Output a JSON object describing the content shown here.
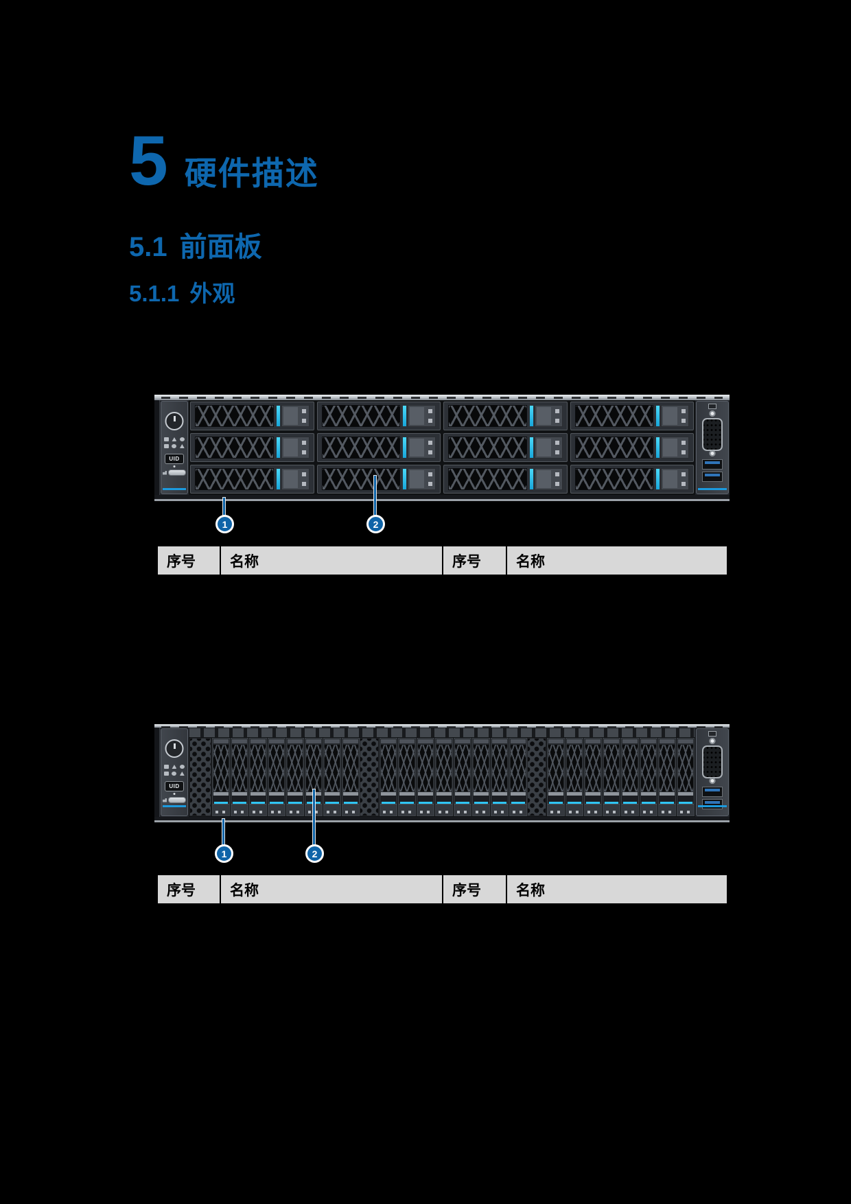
{
  "headings": {
    "chapter": {
      "number": "5",
      "title": "硬件描述"
    },
    "section": {
      "number": "5.1",
      "title": "前面板"
    },
    "subsection": {
      "number": "5.1.1",
      "title": "外观"
    }
  },
  "colors": {
    "heading_blue": "#0e67ae",
    "callout_blue": "#0f64a8",
    "drive_led_cyan": "#2fc4f3",
    "table_header_bg": "#d8d8d8",
    "page_background": "#000000"
  },
  "icons": {
    "power": "power-circle-glyph",
    "uid": "UID",
    "status_leds": [
      "hdd-status",
      "fan-status",
      "power-status",
      "system-status",
      "network-status",
      "temperature-alarm"
    ],
    "vga": "db15-connector",
    "usb": "usb3-port",
    "pull_tag": "asset-pull-tag",
    "wrench": "service-wrench"
  },
  "figures": [
    {
      "id": "front-panel-12x3_5",
      "uid_label": "UID",
      "drive_count": 12,
      "callouts": [
        {
          "label": "1"
        },
        {
          "label": "2"
        }
      ]
    },
    {
      "id": "front-panel-25x2_5",
      "uid_label": "UID",
      "drive_groups": [
        8,
        8,
        8
      ],
      "callouts": [
        {
          "label": "1"
        },
        {
          "label": "2"
        }
      ]
    }
  ],
  "tables": [
    {
      "columns": [
        "序号",
        "名称",
        "序号",
        "名称"
      ]
    },
    {
      "columns": [
        "序号",
        "名称",
        "序号",
        "名称"
      ]
    }
  ]
}
